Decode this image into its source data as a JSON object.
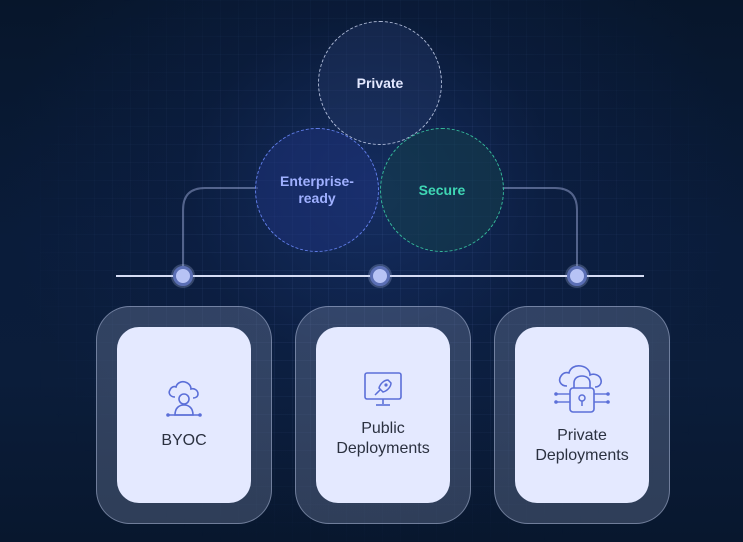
{
  "colors": {
    "background": "#061427",
    "private_circle_text": "#e3e8ff",
    "enterprise_circle_text": "#9fb0ff",
    "secure_circle_text": "#3fd6b4",
    "card_background": "#e4e9ff",
    "icon_accent": "#5b6fd8"
  },
  "circles": {
    "private": "Private",
    "enterprise_line1": "Enterprise-",
    "enterprise_line2": "ready",
    "secure": "Secure"
  },
  "cards": [
    {
      "label": "BYOC",
      "icon": "cloud-user-icon"
    },
    {
      "label_line1": "Public",
      "label_line2": "Deployments",
      "icon": "monitor-rocket-icon"
    },
    {
      "label_line1": "Private",
      "label_line2": "Deployments",
      "icon": "cloud-lock-icon"
    }
  ]
}
